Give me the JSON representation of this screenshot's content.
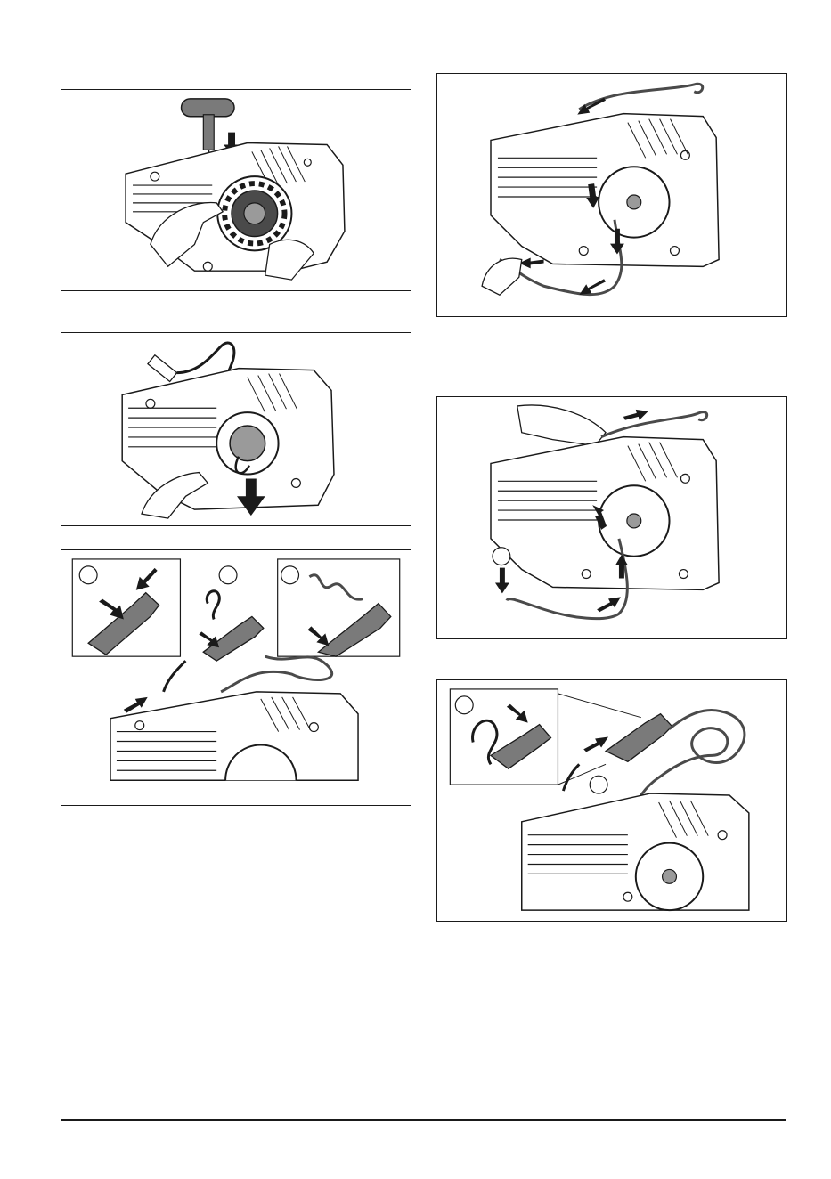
{
  "page": {
    "figures": [
      {
        "id": "fig-1",
        "caption": ""
      },
      {
        "id": "fig-2",
        "caption": ""
      },
      {
        "id": "fig-3",
        "caption": ""
      },
      {
        "id": "fig-4",
        "caption": ""
      },
      {
        "id": "fig-5",
        "caption": ""
      },
      {
        "id": "fig-6",
        "caption": ""
      }
    ],
    "colors": {
      "line": "#1a1a1a",
      "shade": "#7a7a7a",
      "light_shade": "#bdbdbd",
      "background": "#ffffff"
    }
  }
}
